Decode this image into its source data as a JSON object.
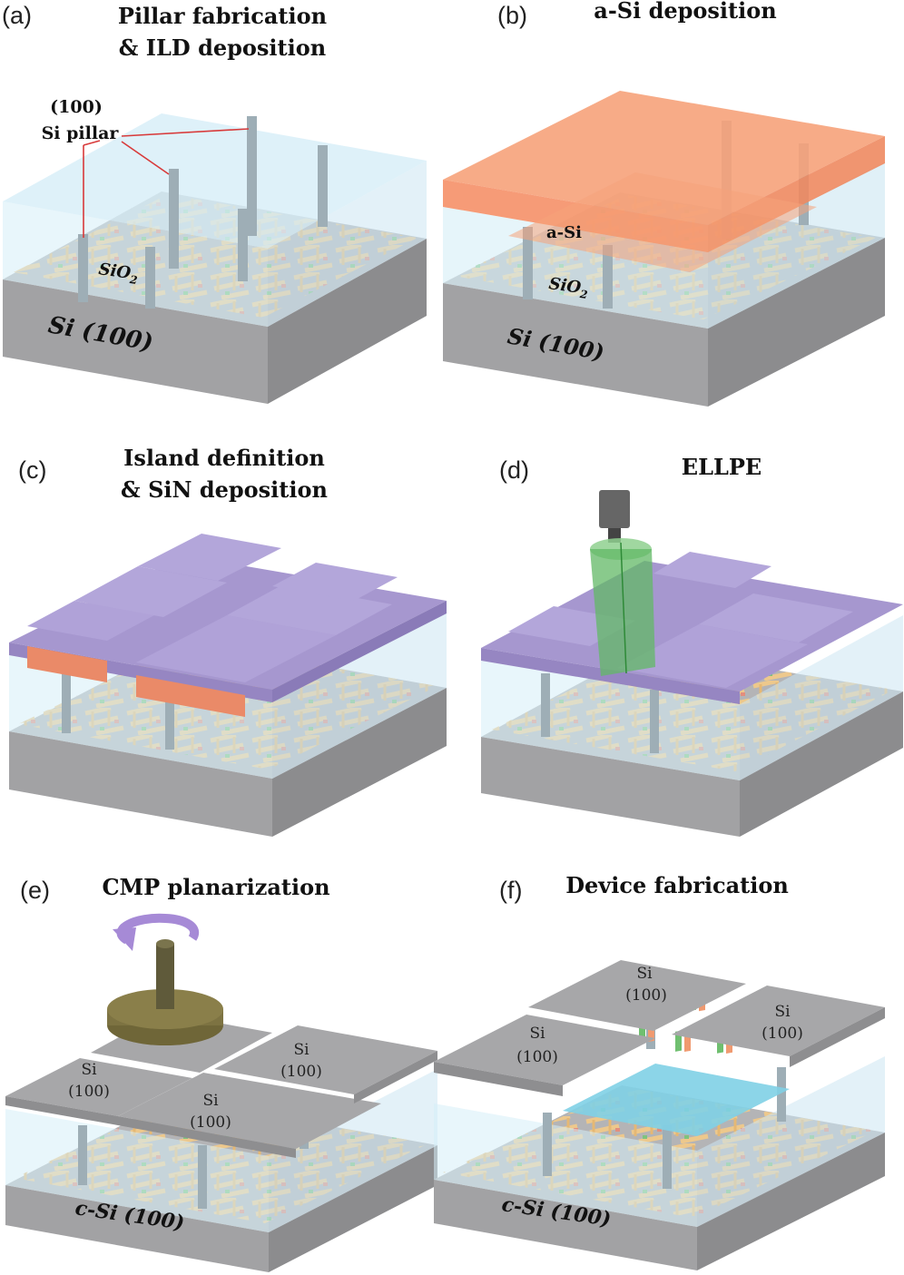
{
  "panels": {
    "a": {
      "label": "(a)",
      "title": [
        "Pillar fabrication",
        "& ILD deposition"
      ],
      "callout": [
        "(100)",
        "Si pillar"
      ],
      "oxide": "SiO",
      "oxide_sub": "2",
      "substrate": "Si (100)"
    },
    "b": {
      "label": "(b)",
      "title": [
        "a-Si deposition"
      ],
      "asi": "a-Si",
      "oxide": "SiO",
      "oxide_sub": "2",
      "substrate": "Si (100)"
    },
    "c": {
      "label": "(c)",
      "title": [
        "Island definition",
        "& SiN deposition"
      ]
    },
    "d": {
      "label": "(d)",
      "title": [
        "ELLPE"
      ]
    },
    "e": {
      "label": "(e)",
      "title": [
        "CMP planarization"
      ],
      "tiles": [
        [
          "Si",
          "(100)"
        ],
        [
          "Si",
          "(100)"
        ],
        [
          "Si",
          "(100)"
        ]
      ],
      "substrate": "c-Si (100)"
    },
    "f": {
      "label": "(f)",
      "title": [
        "Device fabrication"
      ],
      "tiles": [
        [
          "Si",
          "(100)"
        ],
        [
          "Si",
          "(100)"
        ],
        [
          "Si",
          "(100)"
        ]
      ],
      "substrate": "c-Si (100)"
    }
  },
  "colors": {
    "silicon_top": "#b4b4b6",
    "silicon_front": "#a2a2a4",
    "silicon_side": "#8c8c8e",
    "ild": "#d6eef7",
    "interconnect": "#f0c98a",
    "pillar": "#9eaeb6",
    "asi": "#f6a27a",
    "sin": "#a697cf",
    "island_edge": "#ea8a68",
    "laser": "#62b865",
    "cmp_pad": "#8a7f4a",
    "device_pool": "#7fd0e6"
  }
}
